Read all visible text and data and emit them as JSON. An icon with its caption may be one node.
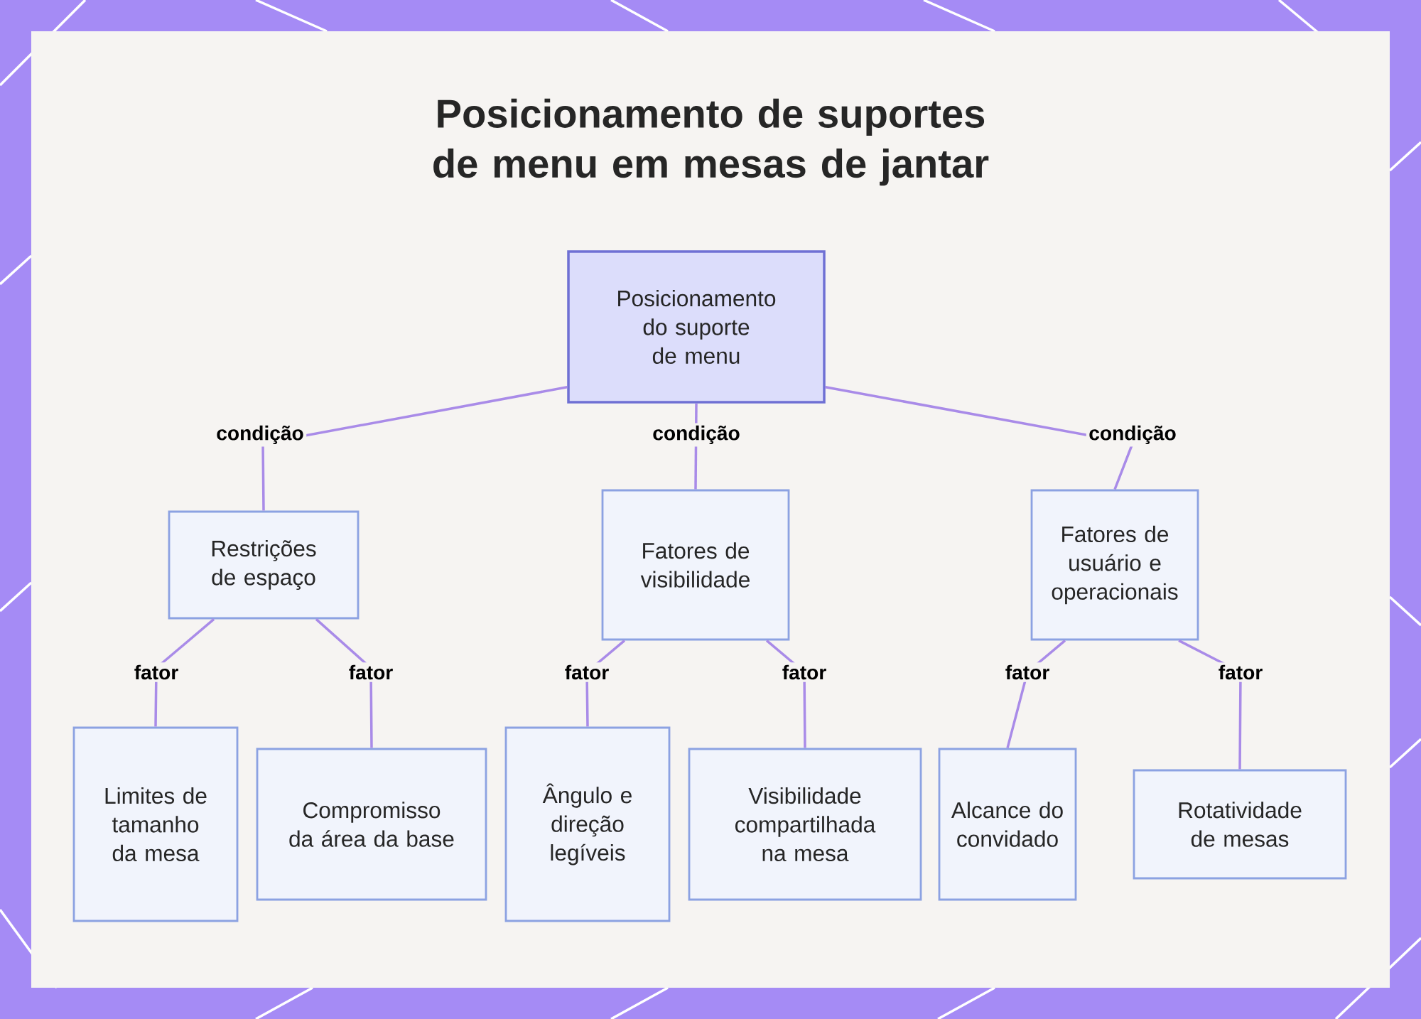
{
  "diagram": {
    "title": "Posicionamento de suportes de menu em mesas de jantar",
    "nodes": [
      {
        "text": [
          "Posicionamento do suporte de menu"
        ]
      },
      {
        "text": [
          "Restrições de espaço"
        ]
      },
      {
        "text": [
          "Fatores de visibilidade"
        ]
      },
      {
        "text": [
          "Fatores de usuário e operacionais"
        ]
      },
      {
        "text": [
          "Limites de tamanho da mesa"
        ]
      },
      {
        "text": [
          "Compromisso da área da base"
        ]
      },
      {
        "text": [
          "Ângulo e direção legíveis"
        ]
      },
      {
        "text": [
          "Visibilidade compartilhada na mesa"
        ]
      },
      {
        "text": [
          "Alcance do convidado"
        ]
      },
      {
        "text": [
          "Rotatividade de mesas"
        ]
      }
    ],
    "edges": [
      {
        "from": 0,
        "to": 1,
        "arrow": "none",
        "label": "condição"
      },
      {
        "from": 0,
        "to": 2,
        "arrow": "none",
        "label": "condição"
      },
      {
        "from": 0,
        "to": 3,
        "arrow": "none",
        "label": "condição"
      },
      {
        "from": 1,
        "to": 4,
        "arrow": "none",
        "label": "fator"
      },
      {
        "from": 1,
        "to": 5,
        "arrow": "none",
        "label": "fator"
      },
      {
        "from": 2,
        "to": 6,
        "arrow": "none",
        "label": "fator"
      },
      {
        "from": 2,
        "to": 7,
        "arrow": "none",
        "label": "fator"
      },
      {
        "from": 3,
        "to": 8,
        "arrow": "none",
        "label": "fator"
      },
      {
        "from": 3,
        "to": 9,
        "arrow": "none",
        "label": "fator"
      }
    ]
  }
}
